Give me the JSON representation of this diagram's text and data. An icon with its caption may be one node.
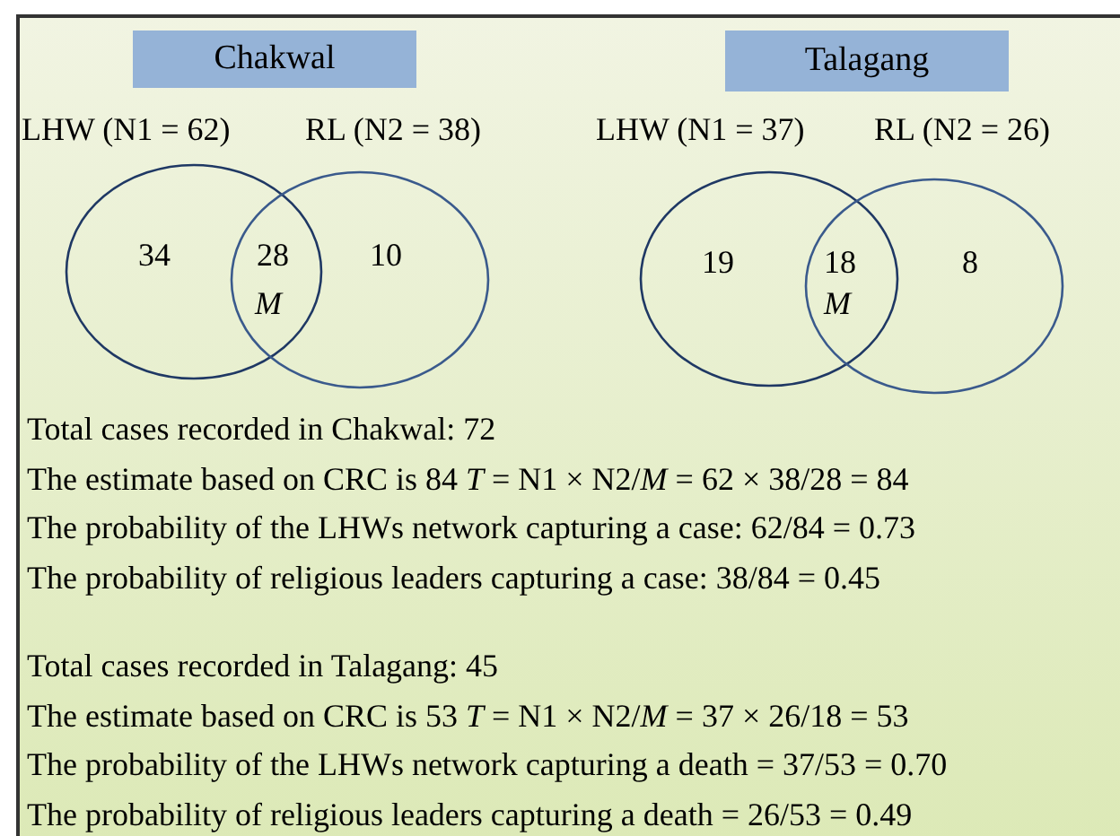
{
  "diagram": {
    "nodes": [
      {
        "text": [
          "Chakwal"
        ]
      },
      {
        "text": [
          "34"
        ],
        "beside": [
          "LHW (N1 = 62)"
        ]
      },
      {
        "text": [
          "10"
        ],
        "beside": [
          "RL (N2 = 38)"
        ]
      },
      {
        "text": [
          "Talagang"
        ]
      },
      {
        "text": [
          "19"
        ],
        "beside": [
          "LHW (N1 = 37)"
        ]
      },
      {
        "text": [
          "8"
        ],
        "beside": [
          "RL (N2 = 26)"
        ]
      }
    ],
    "labels": [
      "28",
      "M",
      "18",
      "M",
      "Total cases recorded in Chakwal: 72",
      "The estimate based on CRC is 84 *T* = N1 × N2/*M* = 62 × 38/28 = 84",
      "The probability of the LHWs network capturing a case: 62/84 = 0.73",
      "The probability of religious leaders capturing a case: 38/84 = 0.45",
      "Total cases recorded in Talagang: 45",
      "The estimate based on CRC is 53 *T* = N1 × N2/*M* = 37 × 26/18 = 53",
      "The probability of the LHWs network capturing a death = 37/53 = 0.70",
      "The probability of religious leaders capturing a death = 26/53 = 0.49"
    ]
  }
}
